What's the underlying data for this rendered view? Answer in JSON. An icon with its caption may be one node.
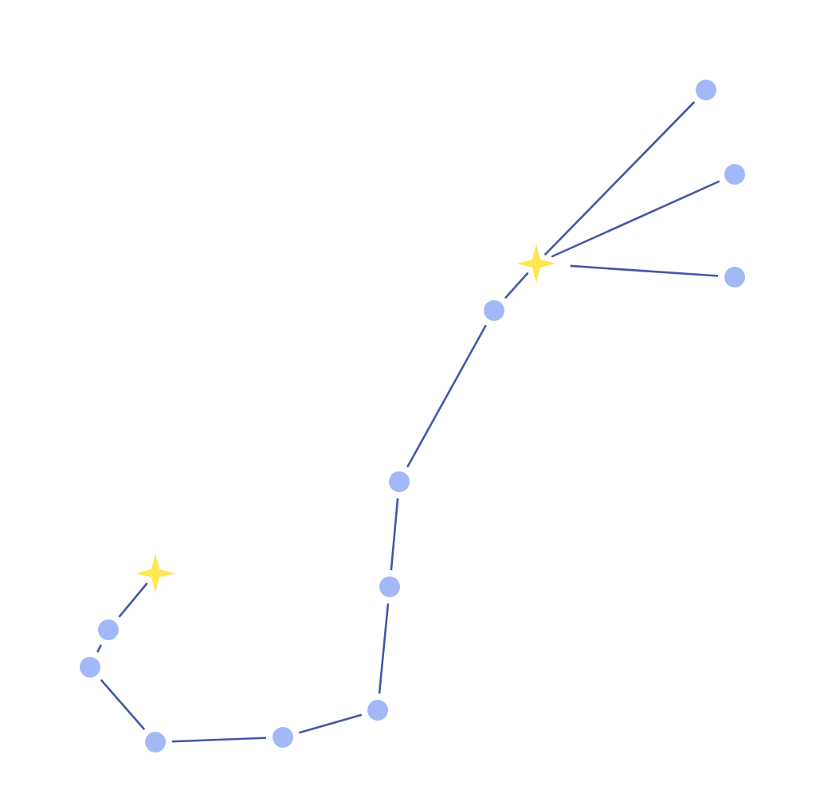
{
  "diagram": {
    "nodes": [
      {
        "text": [],
        "shape": "circle"
      },
      {
        "text": [],
        "shape": "circle"
      },
      {
        "text": [],
        "shape": "star"
      },
      {
        "text": [],
        "shape": "circle"
      },
      {
        "text": [],
        "shape": "circle"
      },
      {
        "text": [],
        "shape": "circle"
      },
      {
        "text": [],
        "shape": "circle"
      },
      {
        "text": [],
        "shape": "circle"
      },
      {
        "text": [],
        "shape": "circle"
      },
      {
        "text": [],
        "shape": "circle"
      },
      {
        "text": [],
        "shape": "circle"
      },
      {
        "text": [],
        "shape": "circle"
      },
      {
        "text": [],
        "shape": "star"
      }
    ],
    "edges": [
      {
        "from": 0,
        "to": 2,
        "arrow": "none"
      },
      {
        "from": 1,
        "to": 2,
        "arrow": "none"
      },
      {
        "from": 3,
        "to": 2,
        "arrow": "none"
      },
      {
        "from": 2,
        "to": 4,
        "arrow": "none"
      },
      {
        "from": 4,
        "to": 5,
        "arrow": "none"
      },
      {
        "from": 5,
        "to": 6,
        "arrow": "none"
      },
      {
        "from": 6,
        "to": 7,
        "arrow": "none"
      },
      {
        "from": 7,
        "to": 8,
        "arrow": "none"
      },
      {
        "from": 8,
        "to": 9,
        "arrow": "none"
      },
      {
        "from": 9,
        "to": 10,
        "arrow": "none"
      },
      {
        "from": 10,
        "to": 11,
        "arrow": "none"
      },
      {
        "from": 11,
        "to": 12,
        "arrow": "none"
      }
    ]
  }
}
